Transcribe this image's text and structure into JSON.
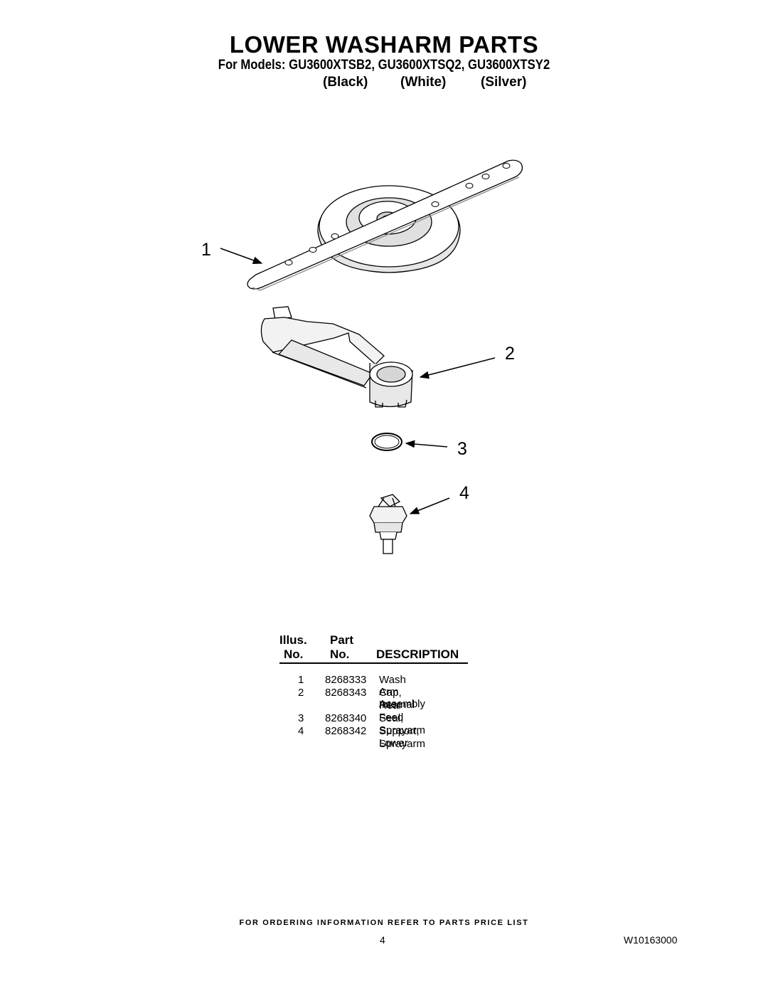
{
  "header": {
    "title": "LOWER WASHARM PARTS",
    "models_line": "For Models: GU3600XTSB2, GU3600XTSQ2, GU3600XTSY2",
    "colors": [
      "(Black)",
      "(White)",
      "(Silver)"
    ]
  },
  "callouts": [
    "1",
    "2",
    "3",
    "4"
  ],
  "parts_table": {
    "headers": {
      "illus_line1": "Illus.",
      "illus_line2": "No.",
      "part_line1": "Part",
      "part_line2": "No.",
      "description": "DESCRIPTION"
    },
    "rows": [
      {
        "illus": "1",
        "part": "8268333",
        "desc": [
          "Wash Arm Assembly"
        ]
      },
      {
        "illus": "2",
        "part": "8268343",
        "desc": [
          "Cap, Internal",
          "Rear Feed"
        ]
      },
      {
        "illus": "3",
        "part": "8268340",
        "desc": [
          "Seal, Sprayarm"
        ]
      },
      {
        "illus": "4",
        "part": "8268342",
        "desc": [
          "Support, Lower",
          "Sprayarm"
        ]
      }
    ]
  },
  "footer": {
    "note": "FOR ORDERING INFORMATION REFER TO PARTS PRICE LIST",
    "page_number": "4",
    "doc_number": "W10163000"
  }
}
